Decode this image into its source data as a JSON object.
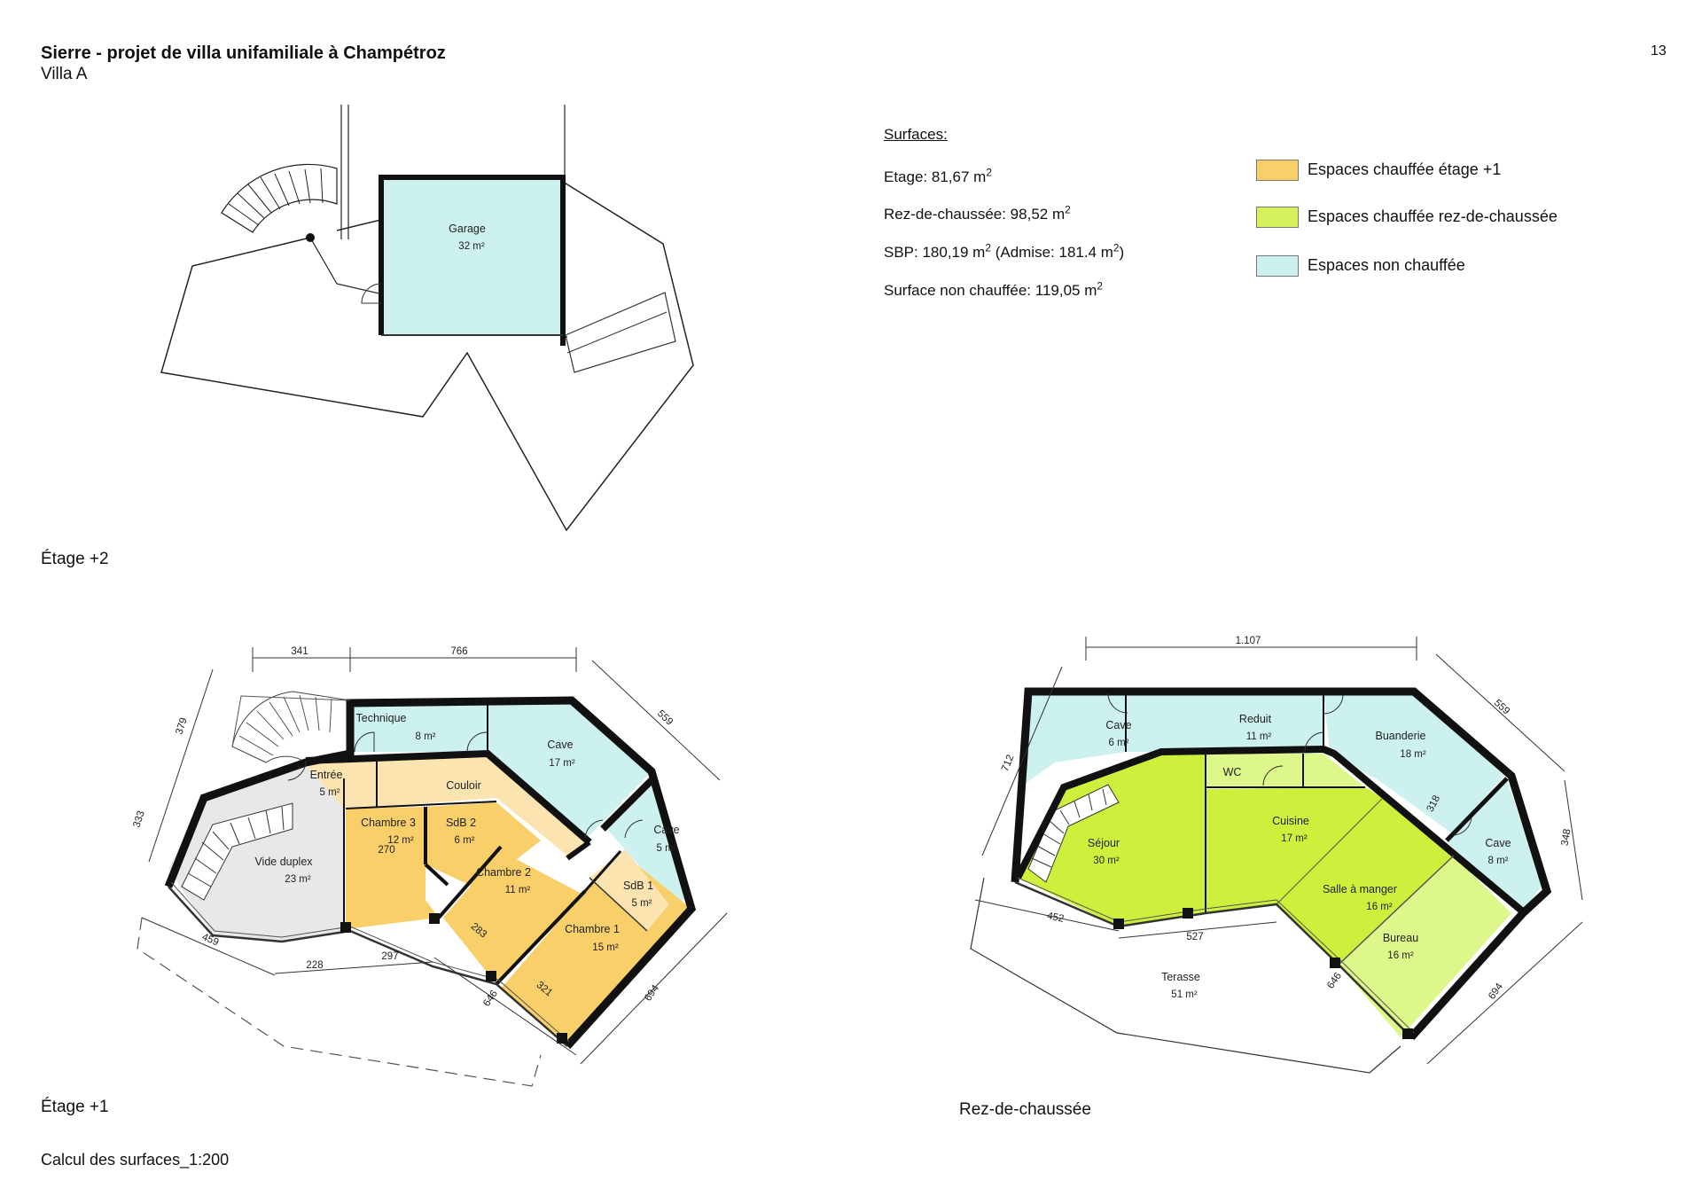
{
  "header": {
    "title": "Sierre - projet de villa unifamiliale à Champétroz",
    "subtitle": "Villa A",
    "page_number": "13"
  },
  "floors": {
    "etage2": "Étage +2",
    "etage1": "Étage +1",
    "rez": "Rez-de-chaussée"
  },
  "footer": {
    "scale": "Calcul des surfaces_1:200"
  },
  "surfaces": {
    "heading": "Surfaces:",
    "etage": {
      "label": "Etage: 81,67 m",
      "sup": "2"
    },
    "rez": {
      "label": "Rez-de-chaussée: 98,52 m",
      "sup": "2"
    },
    "sbp": {
      "label": "SBP: 180,19 m",
      "sup": "2",
      "extra": " (Admise: 181.4 m",
      "extra_sup": "2",
      "close": ")"
    },
    "non_chauffee": {
      "label": "Surface non chauffée: 119,05 m",
      "sup": "2"
    }
  },
  "legend": [
    {
      "label": "Espaces chauffée étage +1",
      "color": "#f9cf6a"
    },
    {
      "label": "Espaces chauffée rez-de-chaussée",
      "color": "#d4f05c"
    },
    {
      "label": "Espaces non chauffée",
      "color": "#cdf1ee"
    }
  ],
  "colors": {
    "heated_upper": "#f9cf6a",
    "heated_upper_light": "#fbe4b0",
    "heated_ground": "#ccf03c",
    "heated_ground_light": "#def78a",
    "unheated": "#cdf1ee",
    "void": "#e8e8e8",
    "wall": "#111111"
  },
  "rooms": {
    "garage": {
      "name": "Garage",
      "area": "32 m²"
    },
    "technique": {
      "name": "Technique",
      "area": "8 m²"
    },
    "cave_e1": {
      "name": "Cave",
      "area": "17 m²"
    },
    "cave_e1_small": {
      "name": "Cave",
      "area": "5 m²"
    },
    "entree": {
      "name": "Entrée",
      "area": "5 m²"
    },
    "couloir": {
      "name": "Couloir"
    },
    "chambre3": {
      "name": "Chambre 3",
      "area": "12 m²"
    },
    "sdb2": {
      "name": "SdB 2",
      "area": "6 m²"
    },
    "chambre2": {
      "name": "Chambre 2",
      "area": "11 m²"
    },
    "sdb1": {
      "name": "SdB 1",
      "area": "5 m²"
    },
    "chambre1": {
      "name": "Chambre 1",
      "area": "15 m²"
    },
    "vide": {
      "name": "Vide duplex",
      "area": "23 m²"
    },
    "cave_rez1": {
      "name": "Cave",
      "area": "6 m²"
    },
    "reduit": {
      "name": "Reduit",
      "area": "11 m²"
    },
    "buanderie": {
      "name": "Buanderie",
      "area": "18 m²"
    },
    "wc": {
      "name": "WC"
    },
    "sejour": {
      "name": "Séjour",
      "area": "30 m²"
    },
    "cuisine": {
      "name": "Cuisine",
      "area": "17 m²"
    },
    "salle": {
      "name": "Salle à manger",
      "area": "16 m²"
    },
    "bureau": {
      "name": "Bureau",
      "area": "16 m²"
    },
    "cave_rez2": {
      "name": "Cave",
      "area": "8 m²"
    },
    "terrasse": {
      "name": "Terasse",
      "area": "51 m²"
    }
  },
  "dimensions": {
    "e1": {
      "d341": "341",
      "d766": "766",
      "d379": "379",
      "d333": "333",
      "d559": "559",
      "d270": "270",
      "d459": "459",
      "d228": "228",
      "d297": "297",
      "d283": "283",
      "d321": "321",
      "d646": "646",
      "d694": "694"
    },
    "rez": {
      "d1107": "1.107",
      "d712": "712",
      "d559": "559",
      "d318": "318",
      "d348": "348",
      "d452": "452",
      "d527": "527",
      "d646": "646",
      "d694": "694"
    }
  }
}
